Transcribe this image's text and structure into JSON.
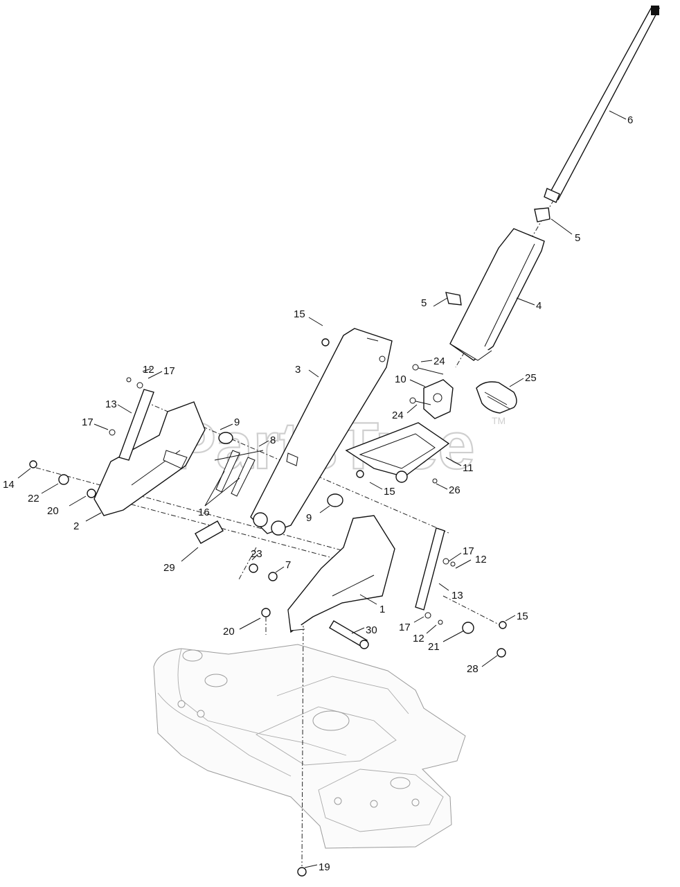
{
  "watermark": {
    "text": "PartsTree",
    "trademark": "TM"
  },
  "callouts": [
    "6",
    "5",
    "5",
    "4",
    "15",
    "3",
    "24",
    "10",
    "25",
    "24",
    "12",
    "17",
    "13",
    "17",
    "9",
    "8",
    "11",
    "15",
    "26",
    "14",
    "22",
    "20",
    "16",
    "2",
    "9",
    "23",
    "7",
    "29",
    "17",
    "12",
    "13",
    "1",
    "20",
    "30",
    "17",
    "12",
    "21",
    "15",
    "28",
    "19"
  ]
}
